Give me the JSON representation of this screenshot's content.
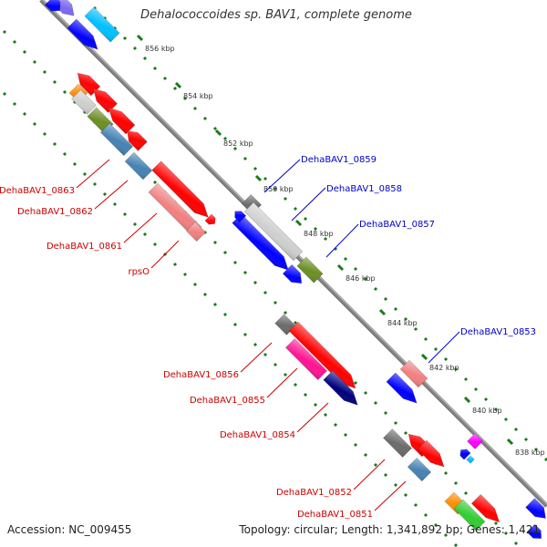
{
  "title": "Dehalococcoides sp. BAV1, complete genome",
  "footer": {
    "accession_label": "Accession: ",
    "accession": "NC_009455",
    "topology_label": "Topology: ",
    "topology": "circular",
    "length_label": "; Length: ",
    "length": "1,341,892 bp",
    "genes_label": "; Genes: ",
    "genes": "1,421"
  },
  "ticks": [
    "856 kbp",
    "854 kbp",
    "852 kbp",
    "850 kbp",
    "848 kbp",
    "846 kbp",
    "844 kbp",
    "842 kbp",
    "840 kbp",
    "838 kbp"
  ],
  "gene_labels": {
    "forward": [
      "DehaBAV1_0859",
      "DehaBAV1_0858",
      "DehaBAV1_0857",
      "DehaBAV1_0853"
    ],
    "reverse": [
      "DehaBAV1_0863",
      "DehaBAV1_0862",
      "DehaBAV1_0861",
      "rpsO",
      "DehaBAV1_0856",
      "DehaBAV1_0855",
      "DehaBAV1_0854",
      "DehaBAV1_0852",
      "DehaBAV1_0851"
    ]
  },
  "colors": {
    "forward_label": "#0000cc",
    "reverse_label": "#cc0000",
    "backbone": "#7f7f7f",
    "tick": "#1a7a1a",
    "red": "#ff0000",
    "blue": "#0000ff",
    "gray": "#6b6b6b",
    "lightgray": "#cfcfcf",
    "salmon": "#f08080",
    "pink": "#ff1493",
    "navy": "#000080",
    "steelblue": "#4682b4",
    "olive": "#6b8e23",
    "orange": "#ff8c00",
    "green": "#32cd32",
    "skyblue": "#00bfff",
    "slate": "#7b68ee",
    "magenta": "#ff00ff"
  }
}
